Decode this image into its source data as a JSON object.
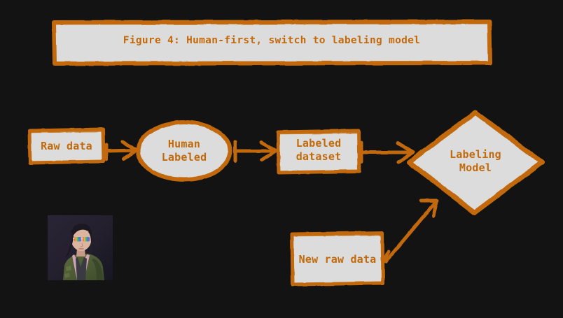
{
  "figure": {
    "title": "Figure 4: Human-first, switch to labeling model",
    "background_color": "#131313",
    "stroke_color": "#c2690a",
    "fill_color": "#dcdcdc",
    "text_color": "#c26a0a",
    "style": "hand-drawn"
  },
  "nodes": [
    {
      "id": "raw-data",
      "label": "Raw data",
      "shape": "rectangle"
    },
    {
      "id": "human-labeled",
      "label": "Human\nLabeled",
      "shape": "ellipse"
    },
    {
      "id": "labeled-dataset",
      "label": "Labeled\ndataset",
      "shape": "rectangle"
    },
    {
      "id": "labeling-model",
      "label": "Labeling\nModel",
      "shape": "diamond"
    },
    {
      "id": "new-raw-data",
      "label": "New raw data",
      "shape": "rectangle"
    }
  ],
  "edges": [
    {
      "from": "raw-data",
      "to": "human-labeled",
      "label": ""
    },
    {
      "from": "human-labeled",
      "to": "labeled-dataset",
      "label": ""
    },
    {
      "from": "labeled-dataset",
      "to": "labeling-model",
      "label": ""
    },
    {
      "from": "new-raw-data",
      "to": "labeling-model",
      "label": ""
    }
  ],
  "avatar": {
    "alt": "character-portrait",
    "hair_color": "#1d1a22",
    "jacket_color": "#4f5e35",
    "accent_color": "#d8a8bc",
    "shirt_color": "#3a3a40",
    "skin_color": "#d9b3a0",
    "background_color": "#221f2e"
  }
}
